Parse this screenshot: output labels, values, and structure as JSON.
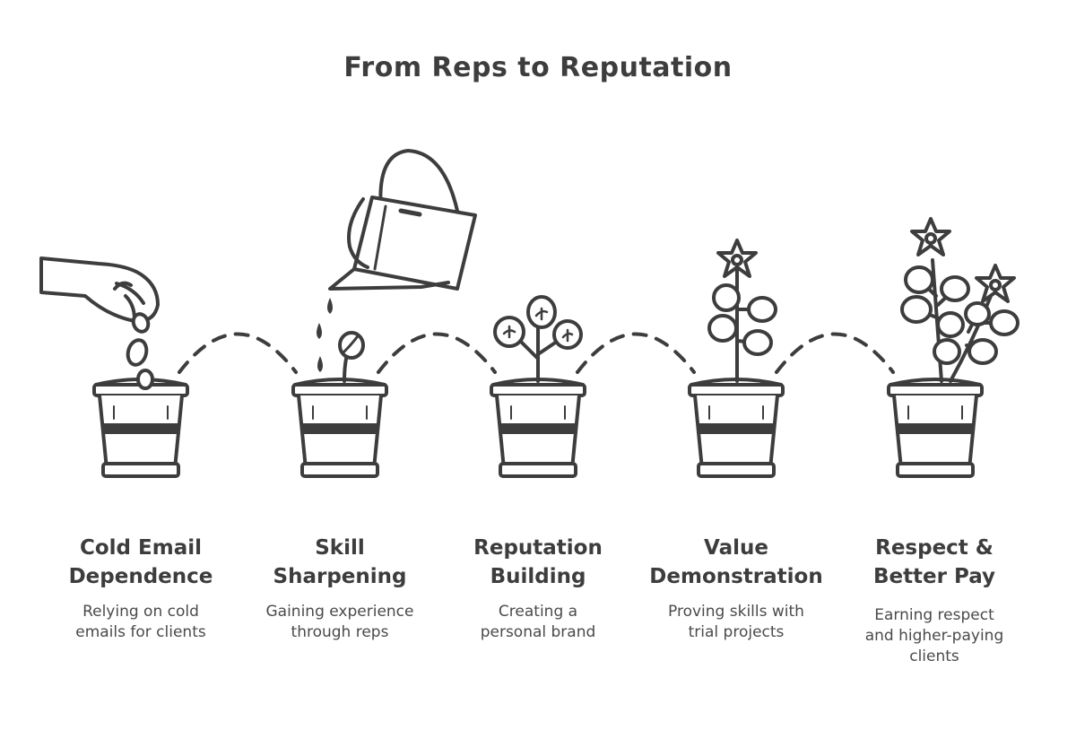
{
  "title": "From Reps to Reputation",
  "stages": [
    {
      "title_lines": [
        "Cold Email",
        "Dependence"
      ],
      "desc_lines": [
        "Relying on cold",
        "emails for clients"
      ]
    },
    {
      "title_lines": [
        "Skill",
        "Sharpening"
      ],
      "desc_lines": [
        "Gaining experience",
        "through reps"
      ]
    },
    {
      "title_lines": [
        "Reputation",
        "Building"
      ],
      "desc_lines": [
        "Creating a",
        "personal brand"
      ]
    },
    {
      "title_lines": [
        "Value",
        "Demonstration"
      ],
      "desc_lines": [
        "Proving skills with",
        "trial projects"
      ]
    },
    {
      "title_lines": [
        "Respect &",
        "Better Pay"
      ],
      "desc_lines": [
        "Earning respect",
        "and higher-paying",
        "clients"
      ]
    }
  ],
  "colors": {
    "ink": "#3d3d3d",
    "background": "#ffffff"
  },
  "icons": [
    "hand-planting-seeds-icon",
    "watering-can-icon",
    "flower-pot-icon",
    "sprout-icon",
    "plant-icon",
    "flowering-plant-icon"
  ]
}
